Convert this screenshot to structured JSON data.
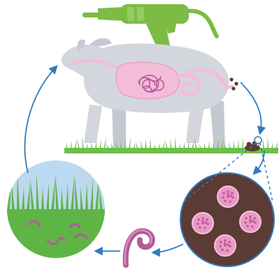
{
  "diagram": {
    "description_labels": [],
    "colors": {
      "drench_gun": "#7cbc45",
      "sheep_body": "#d4d6dd",
      "sheep_shading": "#c6c8d1",
      "gut": "#f4bcd9",
      "gut_outline": "#e6a3c5",
      "worm": "#b35a9a",
      "worm_light": "#d98ec0",
      "grass": "#6cc04a",
      "grass_dark": "#4fa337",
      "arrow": "#2f7bbf",
      "feces": "#5b3b30",
      "feces_circle_fill": "#5b3b33",
      "egg": "#e89ac6",
      "egg_dots": "#c45a97",
      "sky": "#bcd9ef",
      "pasture": "#5fb446"
    },
    "stages": [
      {
        "id": "treatment",
        "icon": "drench-gun-icon"
      },
      {
        "id": "adult-worms-in-gut",
        "icon": "gut-icon"
      },
      {
        "id": "eggs-in-feces",
        "icon": "feces-icon"
      },
      {
        "id": "eggs-magnified",
        "icon": "egg-icon"
      },
      {
        "id": "larva",
        "icon": "larva-icon"
      },
      {
        "id": "larvae-on-pasture",
        "icon": "pasture-icon"
      }
    ]
  }
}
